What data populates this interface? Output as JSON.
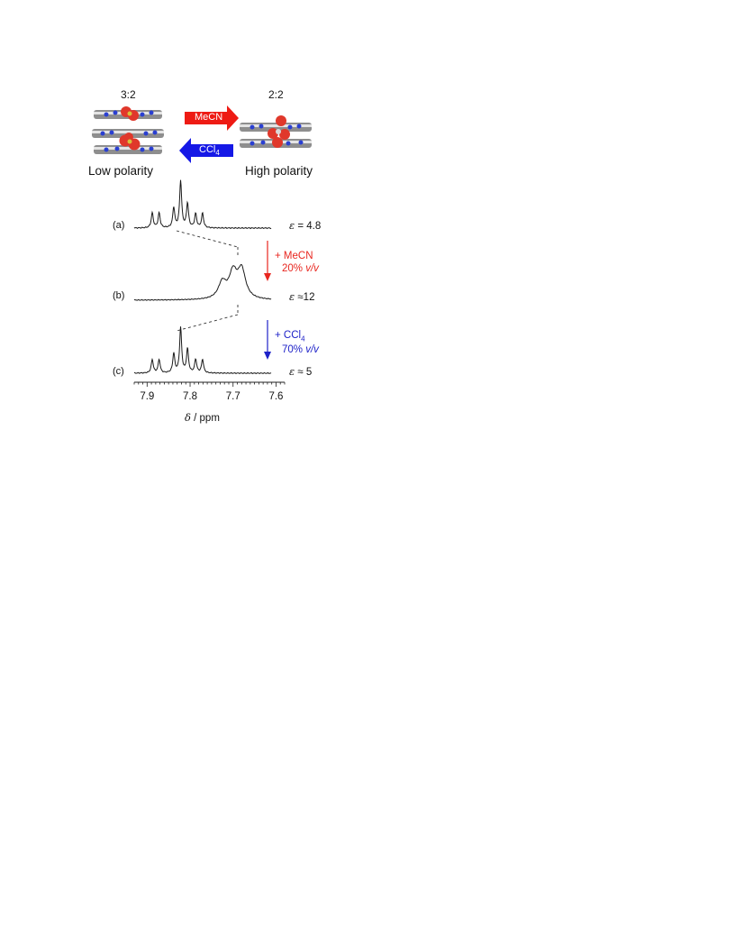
{
  "scheme": {
    "left_ratio": "3:2",
    "right_ratio": "2:2",
    "left_caption": "Low polarity",
    "right_caption": "High polarity",
    "forward_solvent": "MeCN",
    "reverse_solvent_base": "CCl",
    "reverse_solvent_sub": "4",
    "colors": {
      "forward": "#ee1b14",
      "reverse": "#1518e6",
      "anion": "#e0382b",
      "porphyrin_N": "#2a3fd1"
    }
  },
  "spectra": {
    "traces": [
      {
        "label": "(a)",
        "eps_value": "= 4.8"
      },
      {
        "label": "(b)",
        "eps_value": "≈12"
      },
      {
        "label": "(c)",
        "eps_value": "≈ 5"
      }
    ],
    "eps_symbol": "ε",
    "addition_1": {
      "line1": "+ MeCN",
      "line2_num": "20% ",
      "line2_unit": "v/v"
    },
    "addition_2": {
      "line1_base": "+ CCl",
      "line1_sub": "4",
      "line2_num": "70% ",
      "line2_unit": "v/v"
    },
    "x_axis": {
      "ticks": [
        "7.9",
        "7.8",
        "7.7",
        "7.6"
      ],
      "title_symbol": "δ",
      "title_unit": " / ppm"
    }
  },
  "chart_data": {
    "type": "line",
    "title": "",
    "xlabel": "δ / ppm",
    "ylabel": "",
    "xlim": [
      7.93,
      7.58
    ],
    "x_reversed": true,
    "x_ticks": [
      7.9,
      7.8,
      7.7,
      7.6
    ],
    "series": [
      {
        "name": "(a)",
        "peaks": [
          {
            "x": 7.888,
            "h": 0.32
          },
          {
            "x": 7.872,
            "h": 0.32
          },
          {
            "x": 7.838,
            "h": 0.43
          },
          {
            "x": 7.822,
            "h": 1.0
          },
          {
            "x": 7.806,
            "h": 0.52
          },
          {
            "x": 7.787,
            "h": 0.3
          },
          {
            "x": 7.771,
            "h": 0.31
          }
        ]
      },
      {
        "name": "(b)",
        "peaks": [
          {
            "x": 7.725,
            "h": 0.35
          },
          {
            "x": 7.7,
            "h": 0.55
          },
          {
            "x": 7.68,
            "h": 0.62
          }
        ]
      },
      {
        "name": "(c)",
        "peaks": [
          {
            "x": 7.888,
            "h": 0.3
          },
          {
            "x": 7.872,
            "h": 0.3
          },
          {
            "x": 7.838,
            "h": 0.43
          },
          {
            "x": 7.822,
            "h": 1.0
          },
          {
            "x": 7.806,
            "h": 0.53
          },
          {
            "x": 7.787,
            "h": 0.3
          },
          {
            "x": 7.771,
            "h": 0.3
          }
        ]
      }
    ]
  }
}
